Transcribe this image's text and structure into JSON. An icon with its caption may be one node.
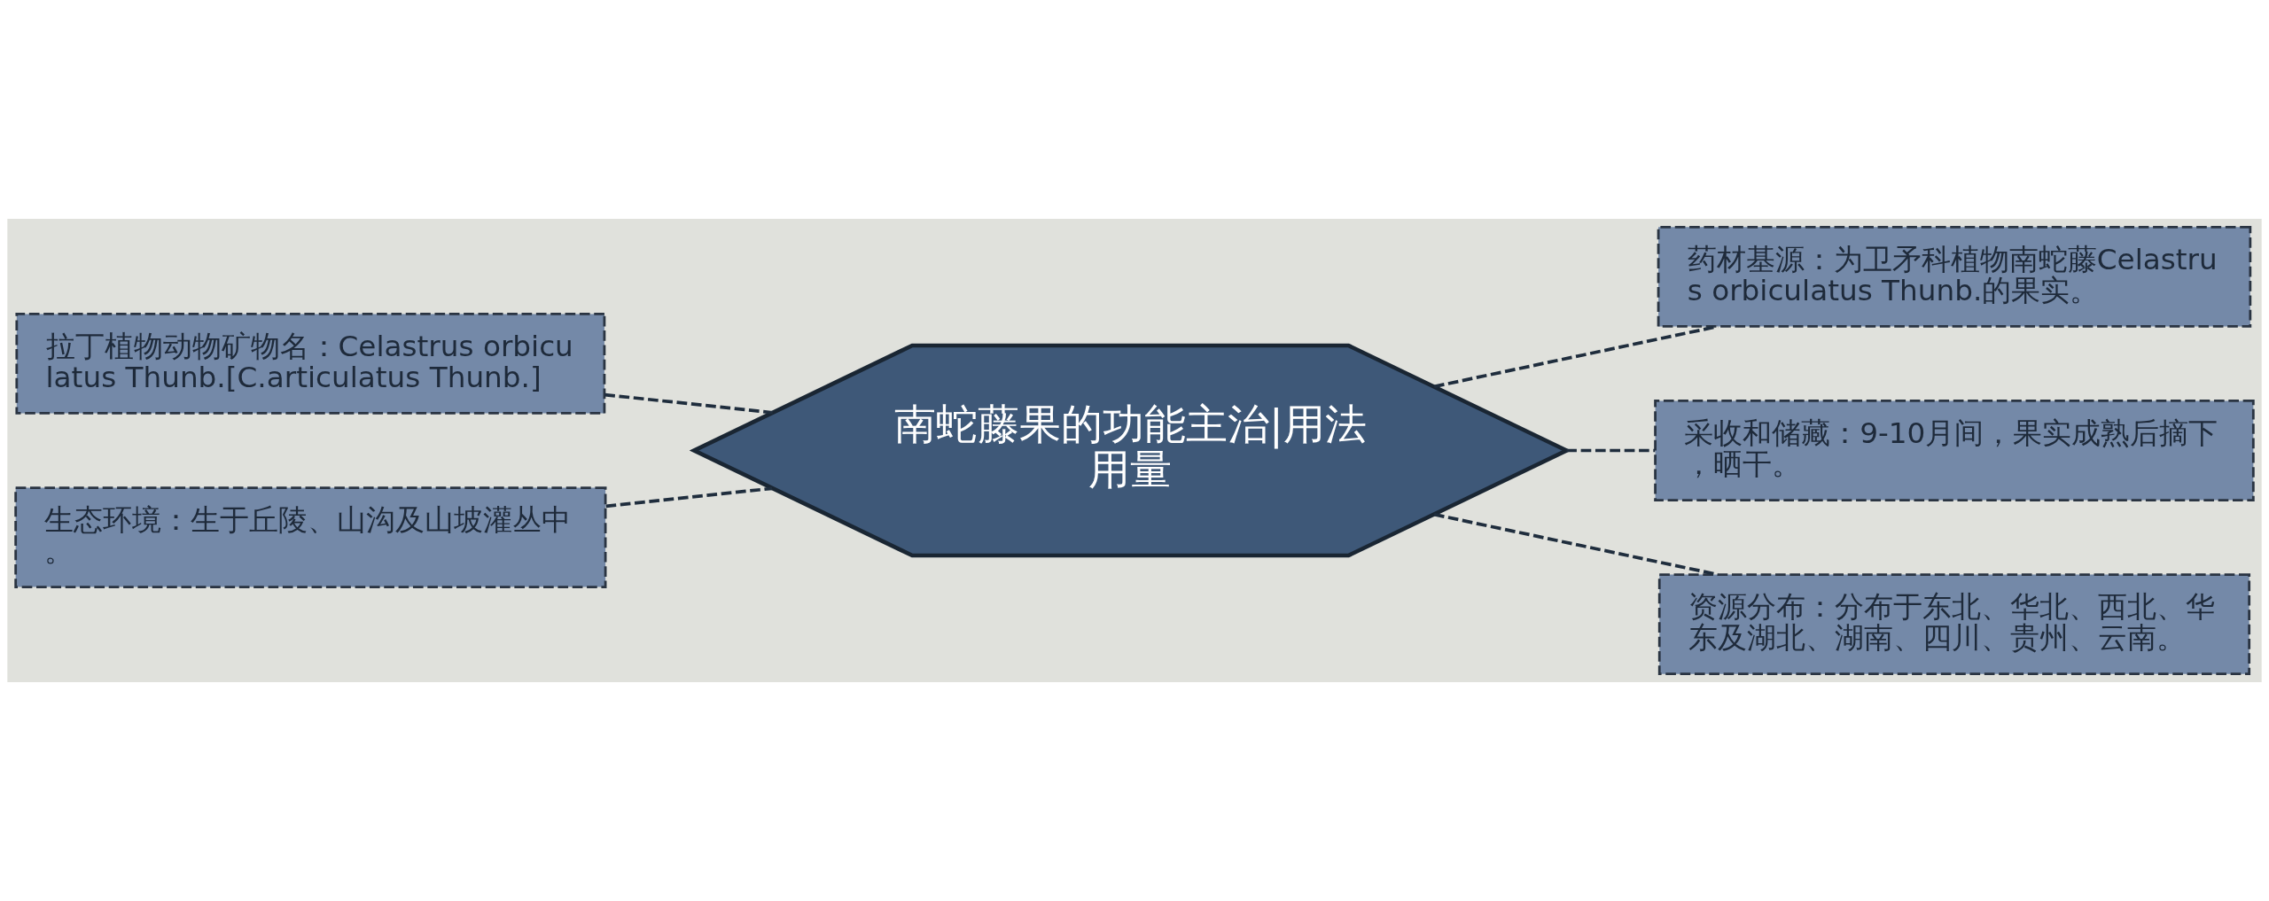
{
  "diagram": {
    "nodes": [
      {
        "text": [
          "南蛇藤果的功能主治|用法用量"
        ]
      },
      {
        "text": [
          "拉丁植物动物矿物名：Celastrus orbiculatus Thunb.[C.articulatus Thunb.]"
        ]
      },
      {
        "text": [
          "生态环境：生于丘陵、山沟及山坡灌丛中。"
        ]
      },
      {
        "text": [
          "药材基源：为卫矛科植物南蛇藤Celastrus orbiculatus Thunb.的果实。"
        ]
      },
      {
        "text": [
          "采收和储藏：9-10月间，果实成熟后摘下，晒干。"
        ]
      },
      {
        "text": [
          "资源分布：分布于东北、华北、西北、华东及湖北、湖南、四川、贵州、云南。"
        ]
      }
    ],
    "edges": [
      {
        "from": 1,
        "to": 0,
        "arrow": "none",
        "style": "dashed"
      },
      {
        "from": 2,
        "to": 0,
        "arrow": "none",
        "style": "dashed"
      },
      {
        "from": 0,
        "to": 3,
        "arrow": "none",
        "style": "dashed"
      },
      {
        "from": 0,
        "to": 4,
        "arrow": "none",
        "style": "dashed"
      },
      {
        "from": 0,
        "to": 5,
        "arrow": "none",
        "style": "dashed"
      }
    ]
  }
}
